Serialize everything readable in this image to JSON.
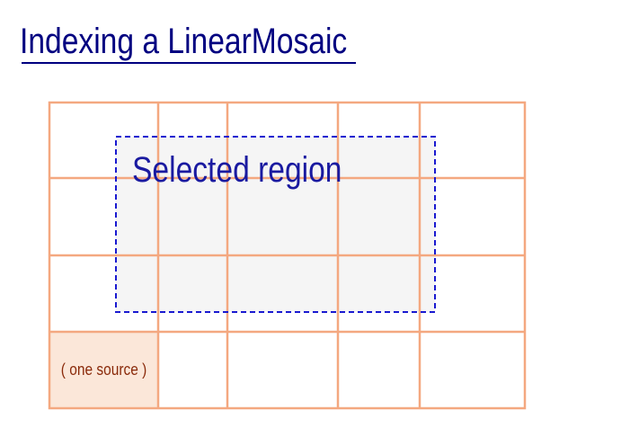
{
  "title": "Indexing a LinearMosaic",
  "region_label": "Selected region",
  "source_label": "( one source )",
  "colors": {
    "title": "#000080",
    "grid_line": "#f4a880",
    "source_fill": "#fbe7d9",
    "region_fill": "#f5f5f5",
    "region_border": "#1a1ad0",
    "region_text": "#1a1aa0",
    "source_text": "#8a2a0a"
  },
  "grid": {
    "columns": 5,
    "rows": 4
  }
}
